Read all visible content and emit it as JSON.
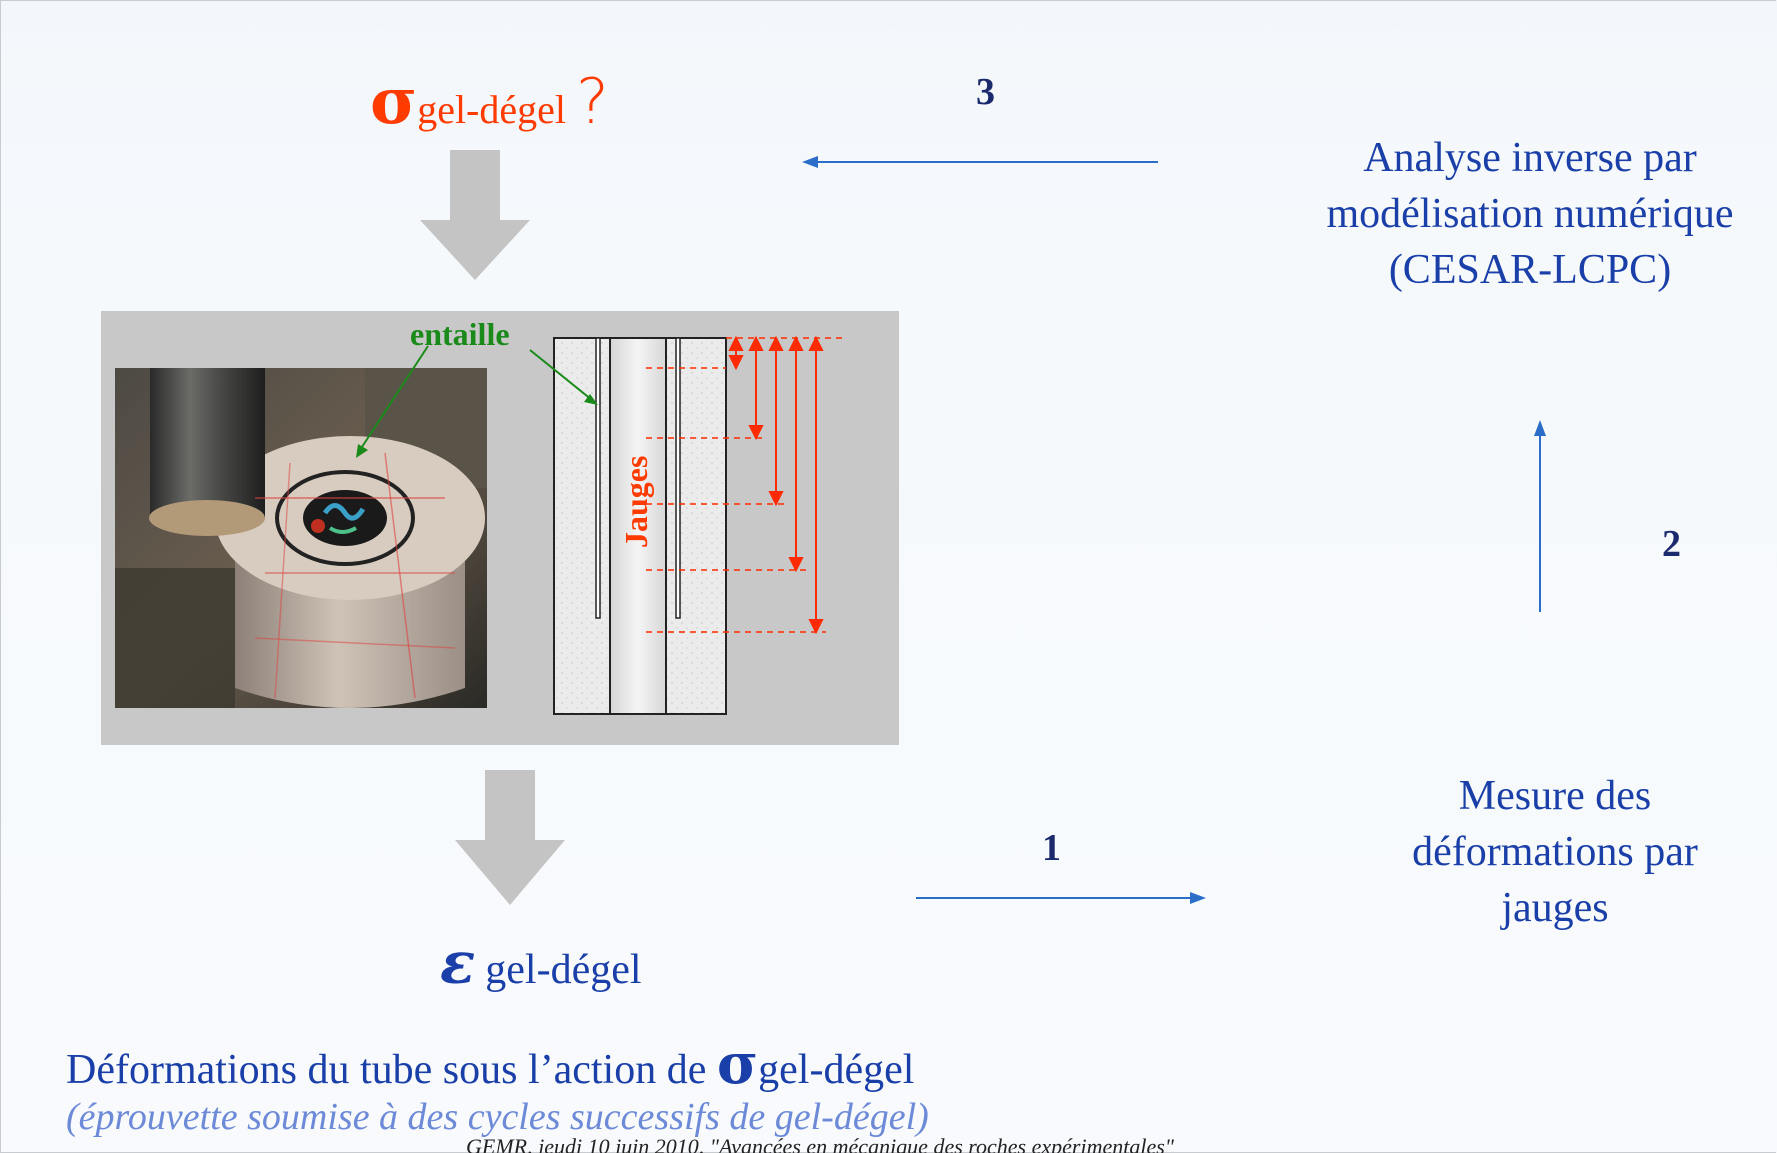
{
  "top_label": {
    "symbol": "σ",
    "subscript": "gel-dégel",
    "question_mark": "?"
  },
  "steps": {
    "step1": "1",
    "step2": "2",
    "step3": "3"
  },
  "analysis_text": {
    "line1": "Analyse inverse par",
    "line2": "modélisation numérique",
    "line3": "(CESAR-LCPC)"
  },
  "measure_text": {
    "line1": "Mesure des",
    "line2": "déformations par",
    "line3": "jauges"
  },
  "epsilon_label": {
    "symbol": "ε",
    "subscript": "gel-dégel"
  },
  "figure_labels": {
    "entaille": "entaille",
    "jauges": "Jauges"
  },
  "bottom": {
    "title_prefix": "Déformations du tube sous l’action de ",
    "title_symbol": "σ",
    "title_suffix": "gel-dégel",
    "subtitle": "(éprouvette soumise à des cycles successifs de gel-dégel)",
    "footer": "GEMR, jeudi 10 juin 2010, \"Avancées en mécanique des roches expérimentales\""
  },
  "colors": {
    "red": "#ff3b00",
    "blue": "#1a3fa8",
    "navy": "#1a2a6c",
    "green": "#1a8a1a",
    "light_blue": "#6d8ad8",
    "arrow_blue": "#2a6ec8",
    "block_arrow_gray": "#c4c4c4",
    "panel_gray": "#c8c8c8"
  }
}
